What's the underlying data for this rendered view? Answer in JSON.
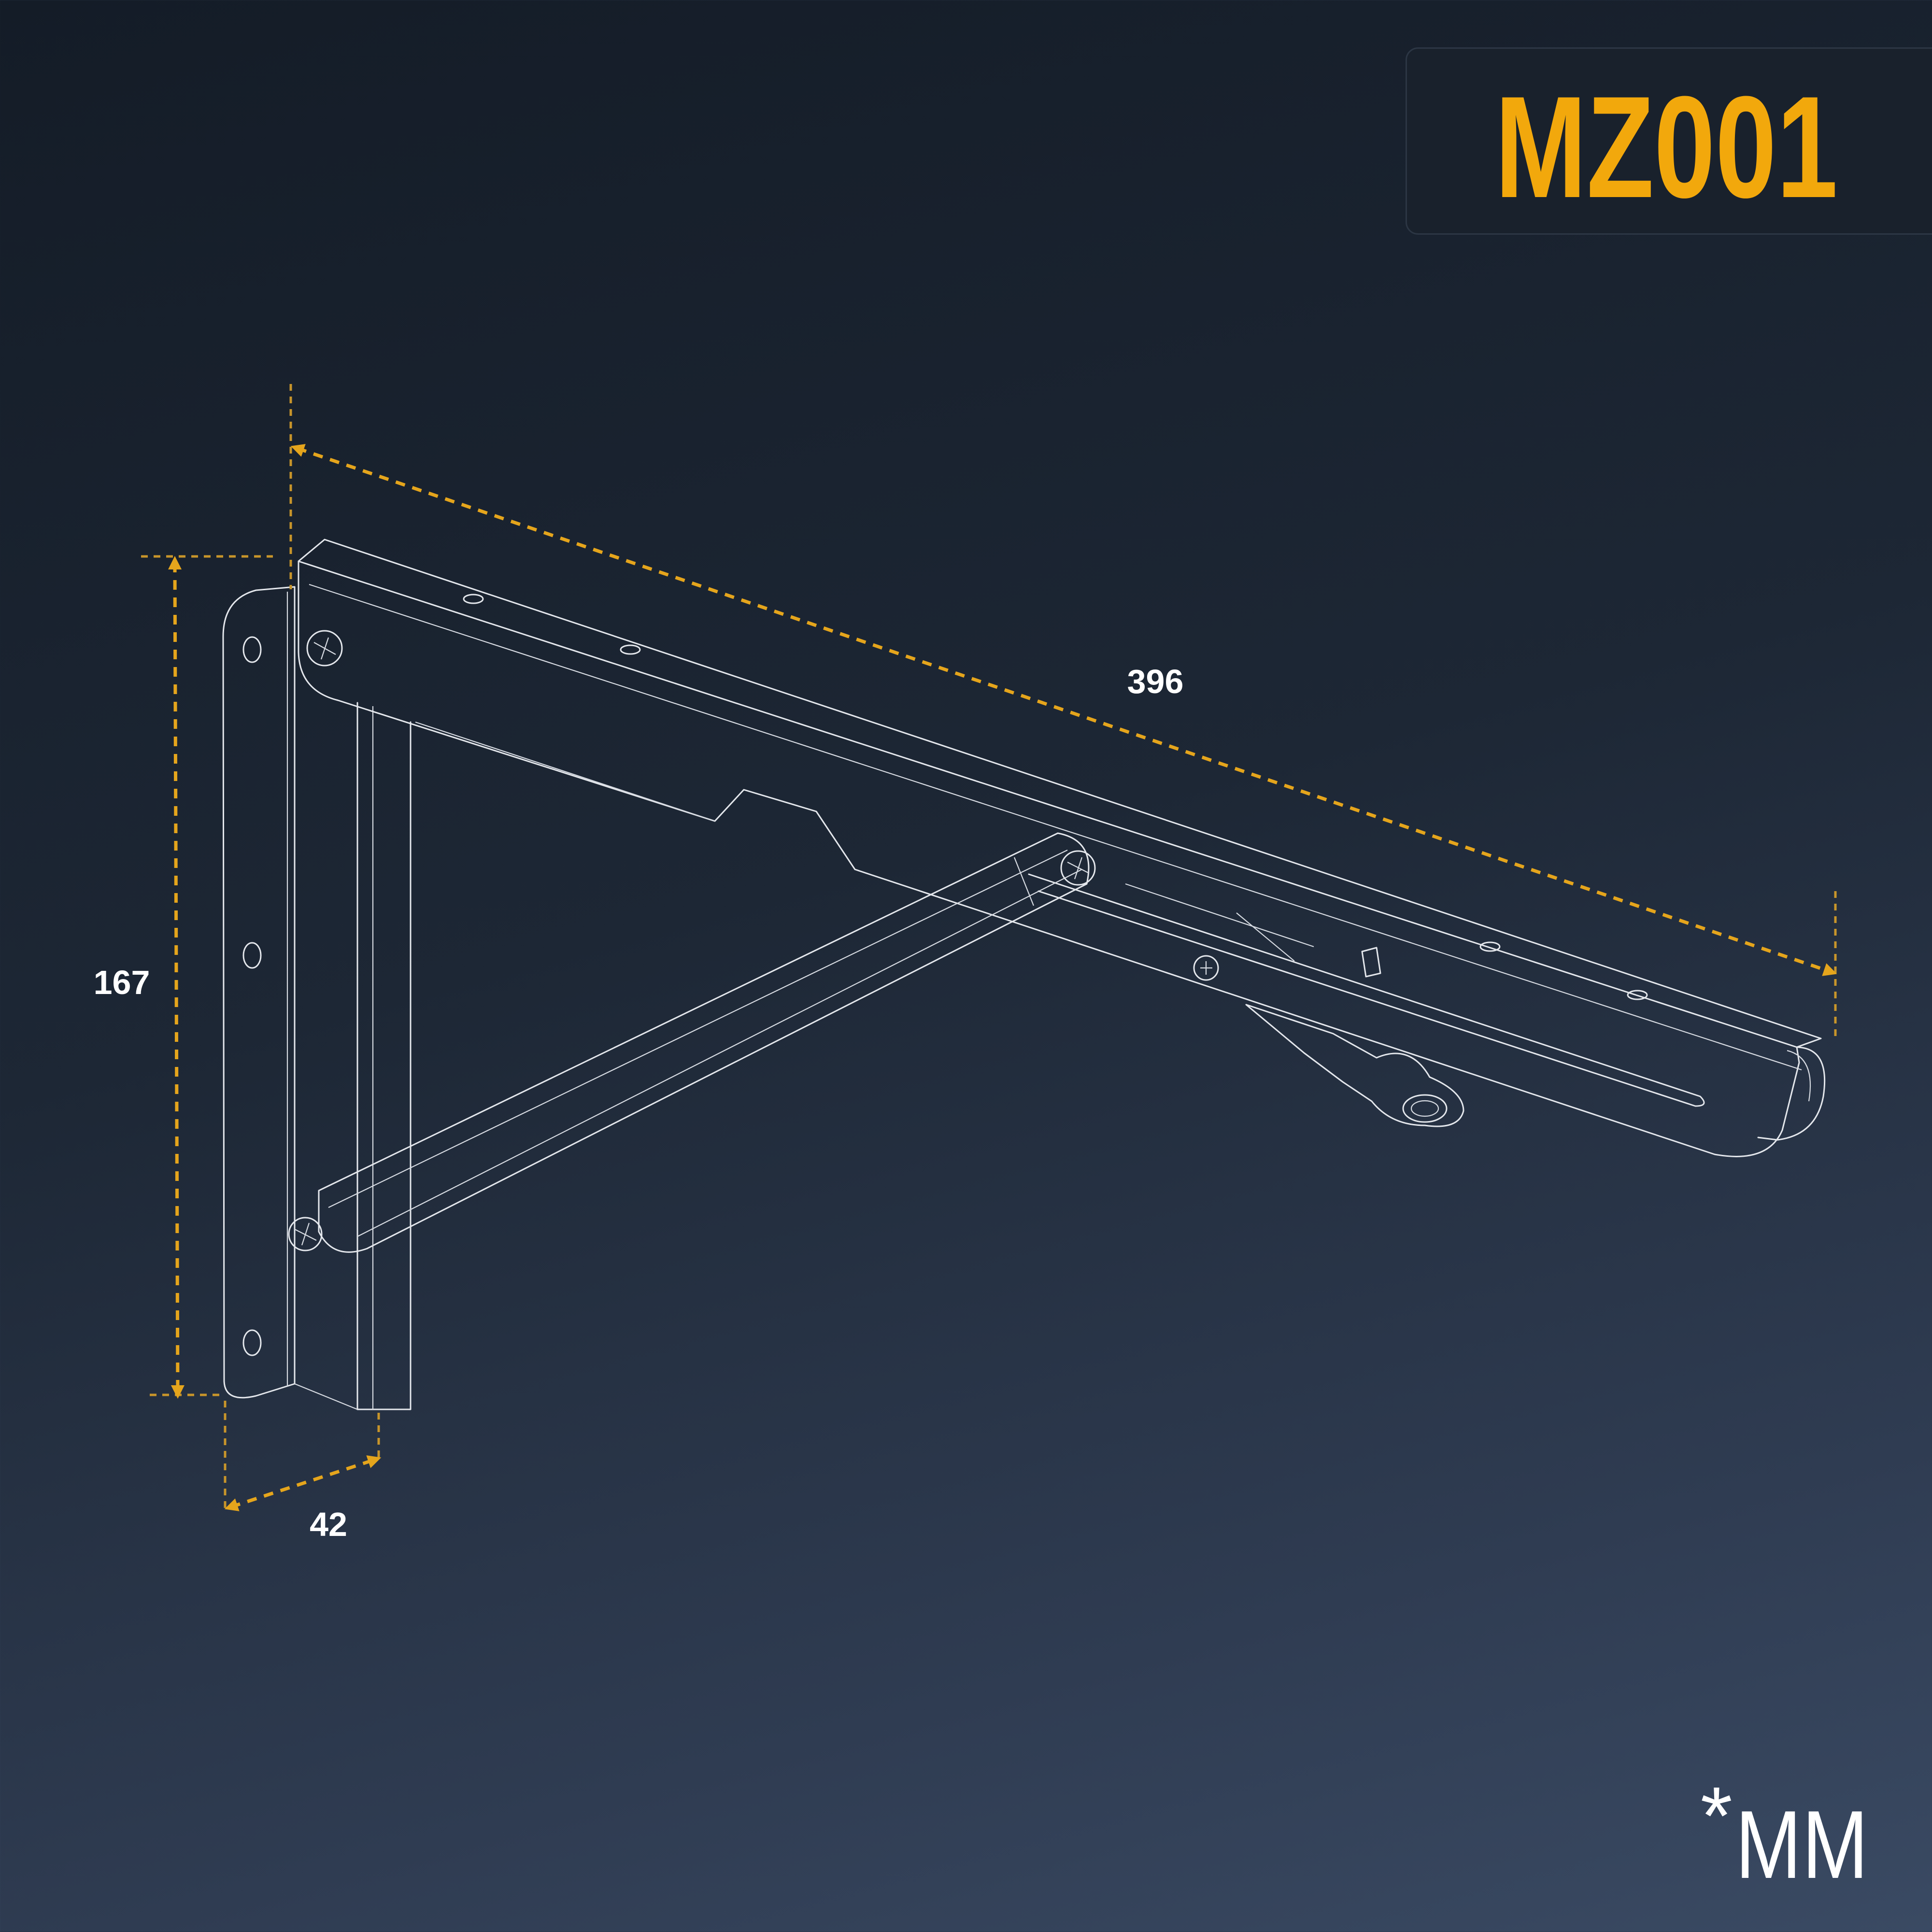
{
  "header": {
    "model_code": "MZ001"
  },
  "dimensions": {
    "length": "396",
    "height": "167",
    "depth": "42"
  },
  "footer": {
    "unit_star": "*",
    "unit_label": "MM"
  },
  "colors": {
    "accent": "#f2a80c",
    "outline": "#e4e7ec",
    "dimension_line": "#e5a51c",
    "badge_background": "#19212c"
  }
}
